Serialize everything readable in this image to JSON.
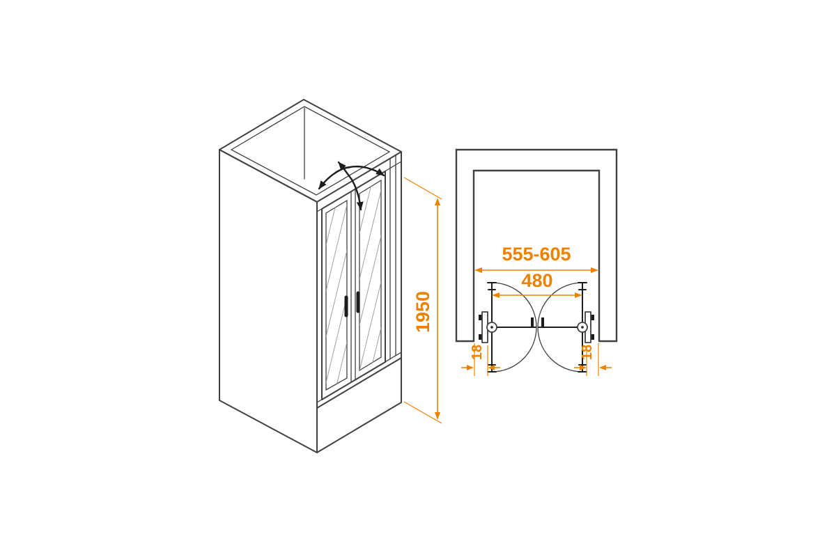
{
  "colors": {
    "structure_line": "#3f4042",
    "detail_black": "#1c1c1c",
    "dimension_accent": "#ee8100",
    "glass_hatch_line": "#9aa0a3",
    "background": "#ffffff"
  },
  "isometric_view": {
    "height_dimension_label": "1950",
    "swing_arrows_icon": "double-swing-arrows"
  },
  "plan_view": {
    "width_range_label": "555-605",
    "glass_width_label": "480",
    "left_offset_label": "18",
    "right_offset_label": "18"
  }
}
